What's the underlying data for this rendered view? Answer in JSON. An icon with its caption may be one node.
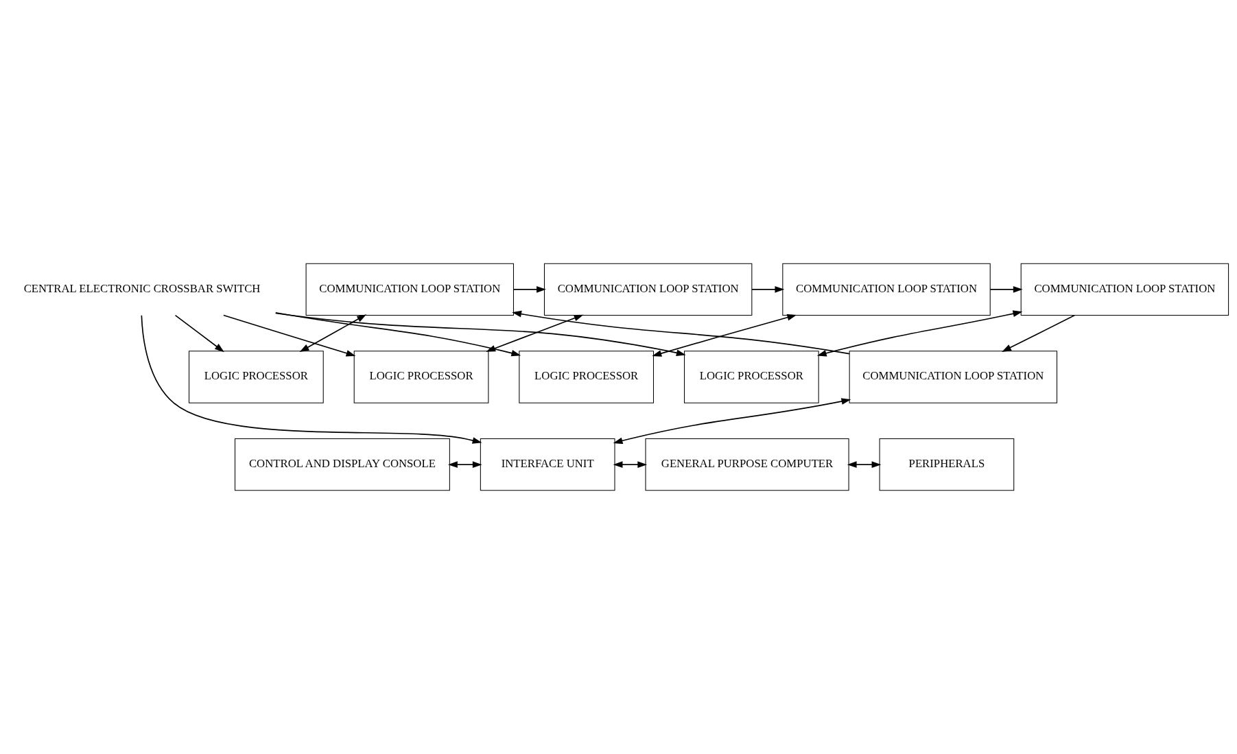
{
  "diagram": {
    "nodes": [
      {
        "text": [
          "COMMUNICATION LOOP STATION"
        ]
      },
      {
        "text": [
          "COMMUNICATION LOOP STATION"
        ]
      },
      {
        "text": [
          "COMMUNICATION LOOP STATION"
        ]
      },
      {
        "text": [
          "COMMUNICATION LOOP STATION"
        ]
      },
      {
        "text": [
          "LOGIC PROCESSOR"
        ]
      },
      {
        "text": [
          "LOGIC PROCESSOR"
        ]
      },
      {
        "text": [
          "LOGIC PROCESSOR"
        ]
      },
      {
        "text": [
          "LOGIC PROCESSOR"
        ]
      },
      {
        "text": [
          "CENTRAL ELECTRONIC CROSSBAR SWITCH"
        ]
      },
      {
        "text": [
          "COMMUNICATION LOOP STATION"
        ]
      },
      {
        "text": [
          "CONTROL AND DISPLAY CONSOLE"
        ]
      },
      {
        "text": [
          "INTERFACE UNIT"
        ]
      },
      {
        "text": [
          "GENERAL PURPOSE COMPUTER"
        ]
      },
      {
        "text": [
          "PERIPHERALS"
        ]
      }
    ],
    "edges": [
      {
        "from": 0,
        "to": 1,
        "arrow": "to"
      },
      {
        "from": 1,
        "to": 2,
        "arrow": "to"
      },
      {
        "from": 2,
        "to": 3,
        "arrow": "to"
      },
      {
        "from": 3,
        "to": 9,
        "arrow": "to"
      },
      {
        "from": 9,
        "to": 0,
        "arrow": "to"
      },
      {
        "from": 0,
        "to": 4,
        "arrow": "both"
      },
      {
        "from": 1,
        "to": 5,
        "arrow": "both"
      },
      {
        "from": 2,
        "to": 6,
        "arrow": "both"
      },
      {
        "from": 3,
        "to": 7,
        "arrow": "both"
      },
      {
        "from": 8,
        "to": 4,
        "arrow": "to"
      },
      {
        "from": 8,
        "to": 5,
        "arrow": "to"
      },
      {
        "from": 8,
        "to": 6,
        "arrow": "to"
      },
      {
        "from": 8,
        "to": 7,
        "arrow": "to"
      },
      {
        "from": 8,
        "to": 11,
        "arrow": "to"
      },
      {
        "from": 9,
        "to": 11,
        "arrow": "both"
      },
      {
        "from": 10,
        "to": 11,
        "arrow": "both"
      },
      {
        "from": 11,
        "to": 12,
        "arrow": "both"
      },
      {
        "from": 12,
        "to": 13,
        "arrow": "both"
      }
    ]
  }
}
